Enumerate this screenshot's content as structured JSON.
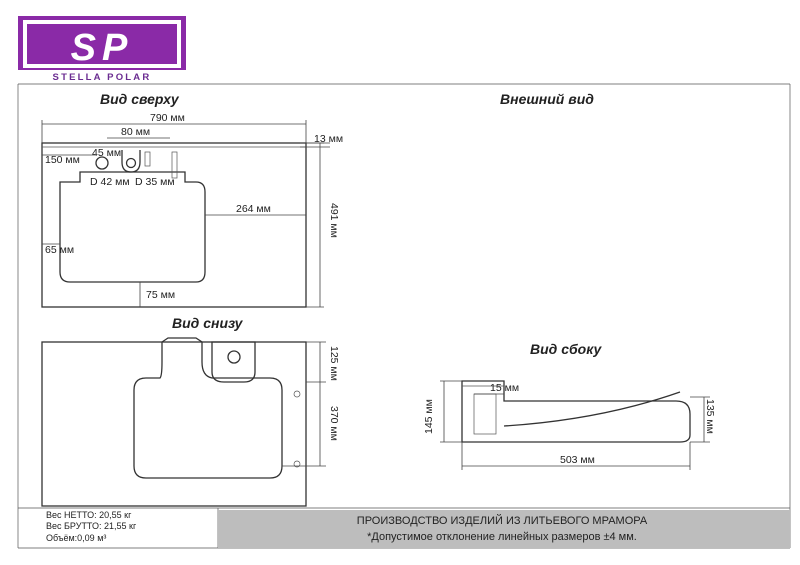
{
  "logo": {
    "mark": "SP",
    "text": "STELLA POLAR",
    "color": "#8a2aa7"
  },
  "views": {
    "top": "Вид сверху",
    "external": "Внешний вид",
    "bottom": "Вид снизу",
    "side": "Вид сбоку"
  },
  "dimensions": {
    "width_790": "790 мм",
    "d80": "80 мм",
    "d13": "13 мм",
    "d150": "150 мм",
    "d45": "45 мм",
    "hole42": "D 42 мм",
    "hole35": "D 35 мм",
    "d264": "264 мм",
    "d491": "491 мм",
    "d65": "65 мм",
    "d75": "75 мм",
    "d125": "125 мм",
    "d370": "370 мм",
    "d15": "15 мм",
    "d145": "145 мм",
    "d135": "135 мм",
    "d503": "503 мм"
  },
  "footer": {
    "weight_net": "Вес НЕТТО: 20,55 кг",
    "weight_gross": "Вес БРУТТО: 21,55 кг",
    "volume": "Объём:0,09 м³",
    "production": "ПРОИЗВОДСТВО ИЗДЕЛИЙ ИЗ ЛИТЬЕВОГО МРАМОРА",
    "tolerance": "*Допустимое отклонение линейных размеров ±4 мм."
  },
  "colors": {
    "footer_band": "#bdbdbd",
    "line": "#333333",
    "brand": "#8a2aa7"
  }
}
